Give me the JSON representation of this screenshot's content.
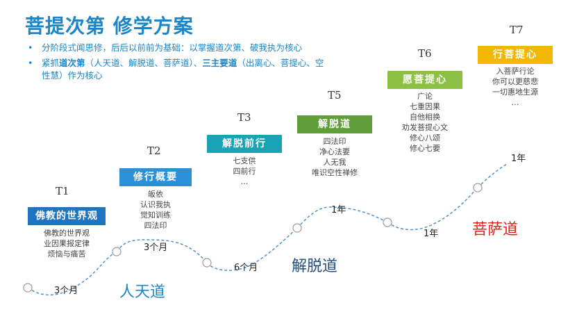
{
  "title": "菩提次第  修学方案",
  "bullets": [
    {
      "parts": [
        {
          "t": "分阶段式闻思修，后后以前前为基础：以掌握道次第、破我执为核心",
          "b": false
        }
      ]
    },
    {
      "parts": [
        {
          "t": "紧抓",
          "b": false
        },
        {
          "t": "道次第",
          "b": true
        },
        {
          "t": "（人天道、解脱道、菩萨道）、",
          "b": false
        },
        {
          "t": "三主要道",
          "b": true
        },
        {
          "t": "（出离心、菩提心、空性慧）作为核心",
          "b": false
        }
      ]
    }
  ],
  "stages": [
    {
      "label": "T1",
      "name": "佛教的世界观",
      "color": "#1f74c2",
      "items": [
        "佛教的世界观",
        "业因果报定律",
        "烦恼与痛苦"
      ],
      "duration": "3个月"
    },
    {
      "label": "T2",
      "name": "修行概要",
      "color": "#2a90d8",
      "items": [
        "皈依",
        "认识我执",
        "觉知训练",
        "四法印"
      ],
      "duration": "3个月"
    },
    {
      "label": "T3",
      "name": "解脱前行",
      "color": "#1aa3b4",
      "items": [
        "七支供",
        "四前行",
        "…"
      ],
      "duration": "6个月"
    },
    {
      "label": "T5",
      "name": "解脱道",
      "color": "#5f9e3a",
      "items": [
        "四法印",
        "净心法要",
        "人无我",
        "唯识空性禅修"
      ],
      "duration": "1年"
    },
    {
      "label": "T6",
      "name": "愿菩提心",
      "color": "#8cc045",
      "items": [
        "广论",
        "七重因果",
        "自他相换",
        "劝发菩提心文",
        "修心八颂",
        "修心七要"
      ],
      "duration": "1年"
    },
    {
      "label": "T7",
      "name": "行菩提心",
      "color": "#f2b705",
      "items": [
        "入菩萨行论",
        "你可以更慈悲",
        "一切惠地生源",
        "…"
      ],
      "duration": "1年"
    }
  ],
  "paths": [
    {
      "name": "人天道",
      "color": "#1a86c8"
    },
    {
      "name": "解脱道",
      "color": "#1f4e79"
    },
    {
      "name": "菩萨道",
      "color": "#e0201b"
    }
  ],
  "colors": {
    "accent": "#1a86c8",
    "curve": "#4a8fd0",
    "node": "#999999"
  }
}
